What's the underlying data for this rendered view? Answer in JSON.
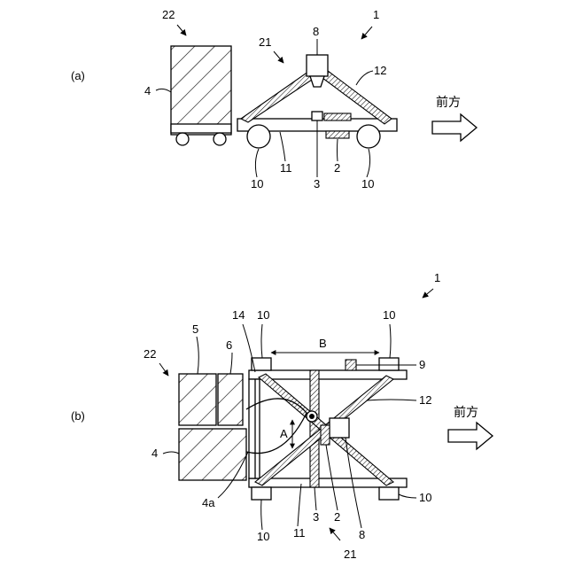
{
  "figure_a": {
    "panel": "(a)",
    "labels": {
      "n22": "22",
      "n1": "1",
      "n21": "21",
      "n8": "8",
      "n12": "12",
      "n4": "4",
      "n10l": "10",
      "n11": "11",
      "n3": "3",
      "n2": "2",
      "n10r": "10"
    },
    "forward": "前方"
  },
  "figure_b": {
    "panel": "(b)",
    "labels": {
      "n1": "1",
      "n14": "14",
      "n10tl": "10",
      "n10tr": "10",
      "n5": "5",
      "n6": "6",
      "nB": "B",
      "n9": "9",
      "n22": "22",
      "n12": "12",
      "nA": "A",
      "n4": "4",
      "n4a": "4a",
      "n10br": "10",
      "n3": "3",
      "n2": "2",
      "n10bl": "10",
      "n11": "11",
      "n8": "8",
      "n21": "21"
    },
    "forward": "前方"
  }
}
